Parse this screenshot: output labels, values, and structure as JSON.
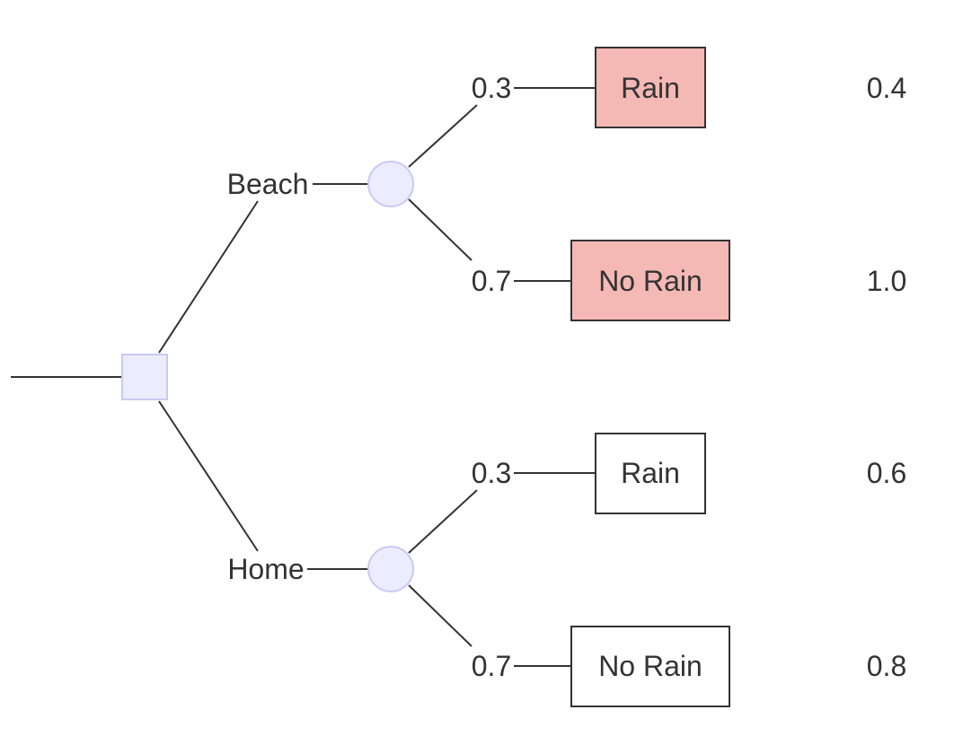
{
  "colors": {
    "decision_fill": "#ececff",
    "chance_fill": "#ececff",
    "node_border": "#c9c9f5",
    "highlight_fill": "#f4b8b5",
    "plain_fill": "#ffffff",
    "line": "#333333",
    "text": "#333333"
  },
  "tree": {
    "decision": {
      "shape": "square",
      "options": [
        {
          "label": "Beach",
          "chance_node": "circle",
          "outcomes": [
            {
              "probability": "0.3",
              "event": "Rain",
              "value": "0.4",
              "highlighted": true
            },
            {
              "probability": "0.7",
              "event": "No Rain",
              "value": "1.0",
              "highlighted": true
            }
          ]
        },
        {
          "label": "Home",
          "chance_node": "circle",
          "outcomes": [
            {
              "probability": "0.3",
              "event": "Rain",
              "value": "0.6",
              "highlighted": false
            },
            {
              "probability": "0.7",
              "event": "No Rain",
              "value": "0.8",
              "highlighted": false
            }
          ]
        }
      ]
    }
  }
}
